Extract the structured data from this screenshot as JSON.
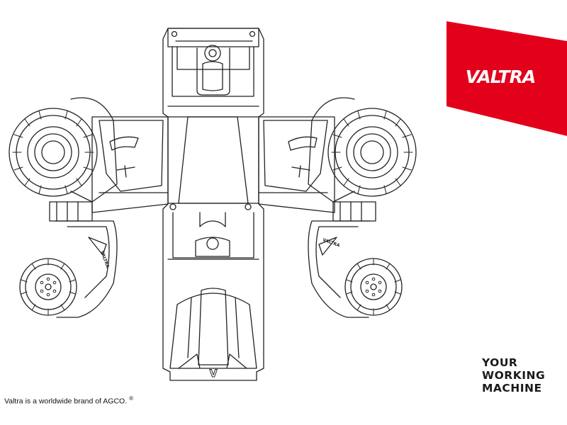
{
  "brand": {
    "logo_text": "VALTRA",
    "banner_color": "#e3001b"
  },
  "slogan": {
    "line1": "YOUR",
    "line2": "WORKING",
    "line3": "MACHINE"
  },
  "footer": {
    "text": "Valtra is a worldwide brand of AGCO.",
    "mark": "®"
  },
  "drawing": {
    "subject": "tractor paper-craft coloring template",
    "hood_badge": "V",
    "fender_badge": "VALTRA"
  }
}
